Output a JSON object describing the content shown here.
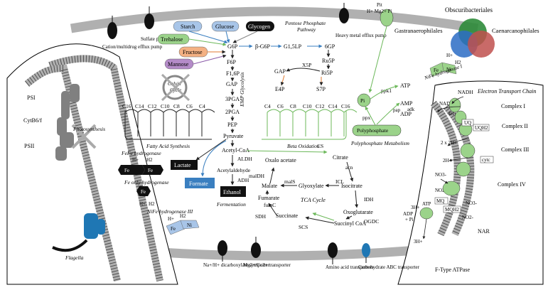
{
  "transporters": {
    "cation_pump": "Cation/multidrug efflux pump",
    "sulfate": "Sulfate permease",
    "heavy_metal": "Heavy metal efflux pump",
    "na_h": "Na+/H+ dicarboxylate symporter",
    "mg_co": "Mg2+/Co2+ transporter",
    "amino": "Amino acid transporters",
    "carb": "Carbohydrate ABC transporter"
  },
  "pit": {
    "pit": "Pit",
    "ions": "H+ Mg2+ Pi"
  },
  "venn": {
    "title": "Obscuribacteriales",
    "left": "Gastranaerophilales",
    "right": "Caenarcanophilales"
  },
  "colors": {
    "venn_top": "#2e8b3a",
    "venn_left": "#2b6cc4",
    "venn_right": "#c0504d",
    "membrane": "#b0b0b0",
    "green": "#9bd38a",
    "blue_protein": "#1f77b4"
  },
  "sugars": {
    "starch": "Starch",
    "glucose": "Glucose",
    "glycogen": "Glycogen",
    "trehalose": "Trehalose",
    "fructose": "Fructose",
    "mannose": "Mannose"
  },
  "ppp": {
    "title1": "Pentose Phosphate",
    "title2": "Pathway",
    "g6p": "G6P",
    "bg6p": "β-G6P",
    "g15lp": "G1,5LP",
    "sixpg": "6GP",
    "ru5p": "Ru5P",
    "x5p": "X5P",
    "ri5p": "Ri5P",
    "gap2": "GAP",
    "e4p": "E4P",
    "s7p": "S7P"
  },
  "glycolysis": {
    "f6p": "F6P",
    "f16p": "F1,6P",
    "gap": "GAP",
    "pga3": "3PGA",
    "pga2": "2PGA",
    "pep": "PEP",
    "pyruvate": "Pyruvate",
    "acetylcoa": "Acetyl-CoA",
    "label": "EMP Glycolysis"
  },
  "calvin": {
    "l1": "Calvin",
    "l2": "Cycle"
  },
  "fatty": {
    "labels": [
      "C16",
      "C14",
      "C12",
      "C10",
      "C8",
      "C6",
      "C4"
    ],
    "title": "Fatty Acid Synthesis"
  },
  "beta": {
    "labels": [
      "C4",
      "C6",
      "C8",
      "C10",
      "C12",
      "C14",
      "C16"
    ],
    "title": "Beta Oxidation"
  },
  "ferment": {
    "lactate": "Lactate",
    "formate": "Formate",
    "ethanol": "Ethanol",
    "aldh": "ALDH",
    "acetaldehyde": "Acetylaldehyde",
    "adh": "ADH",
    "title": "Fermentation"
  },
  "hydrogenases": {
    "fefe": "FeFe hydrogenase",
    "fe": "Fe",
    "h": "H+",
    "h2": "H2",
    "feonly": "Fe only hydrogenase",
    "nife3": "NiFe hydrogenase III",
    "nife1": "NiFe hydrogenase I",
    "ni": "Ni"
  },
  "tca": {
    "cs": "CS",
    "citrate": "Citrate",
    "acn": "acn",
    "oxaloacetate": "Oxalo acetate",
    "maldh": "malDH",
    "malate": "Malate",
    "mals": "malS",
    "glyoxylate": "Glyoxylate",
    "icl": "ICL",
    "isocitrate": "Isocitrate",
    "idh": "IDH",
    "oxoglutarate": "Oxoglutarate",
    "ogdc": "OGDC",
    "fumc": "fumC",
    "fumarate": "Fumarate",
    "sdh": "SDH",
    "succinate": "Succinate",
    "scs": "SCS",
    "succoa": "Succinyl CoA",
    "title": "TCA Cycle"
  },
  "polyp": {
    "pi": "Pi",
    "ppk1": "ppk1",
    "ppx": "ppx",
    "atp": "ATP",
    "amp": "AMP",
    "adp": "ADP",
    "pap": "pap",
    "adk": "adk",
    "box": "Polyphosphate",
    "title": "Polyphosphate Metabolism"
  },
  "etc": {
    "title": "Electron Transport Chain",
    "c1": "Complex I",
    "c2": "Complex II",
    "c3": "Complex III",
    "c4": "Complex IV",
    "nadh": "NADH",
    "nad": "NAD+",
    "four_h": "4H+",
    "uq": "UQ",
    "uqh2": "UQH2",
    "two_2h": "2 x 2H+",
    "cytc": "cytc",
    "two_h": "2H+",
    "no3": "NO3-",
    "no2": "NO2-",
    "nar": "NAR",
    "moq": "MQ",
    "moqh2": "MQH2",
    "three_h_a": "3H+",
    "three_h_b": "3H+",
    "atp": "ATP",
    "adp": "ADP",
    "pi": "+ Pi",
    "atpase": "F-Type ATPase"
  },
  "photo": {
    "psi": "PSI",
    "cytb6f": "CytB6/f",
    "psii": "PSII",
    "label": "Photosynthesis",
    "flagella": "Flagella"
  }
}
